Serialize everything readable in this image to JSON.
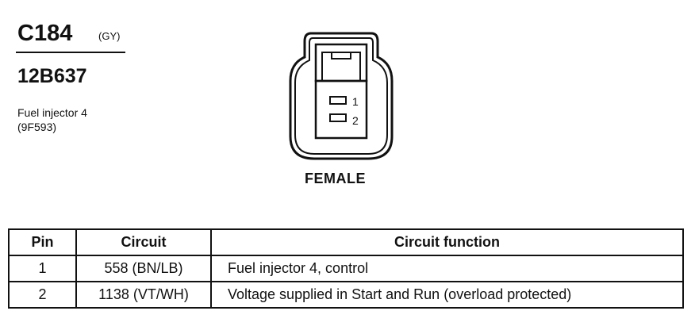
{
  "connector": {
    "id": "C184",
    "color_code": "(GY)",
    "part_number": "12B637",
    "description_lines": [
      "Fuel injector 4",
      "(9F593)"
    ],
    "gender": "FEMALE",
    "cavity_labels": [
      "1",
      "2"
    ]
  },
  "table": {
    "headers": [
      "Pin",
      "Circuit",
      "Circuit function"
    ],
    "rows": [
      {
        "pin": "1",
        "circuit": "558 (BN/LB)",
        "function": "Fuel injector 4, control"
      },
      {
        "pin": "2",
        "circuit": "1138 (VT/WH)",
        "function": "Voltage supplied in Start and Run (overload protected)"
      }
    ]
  }
}
